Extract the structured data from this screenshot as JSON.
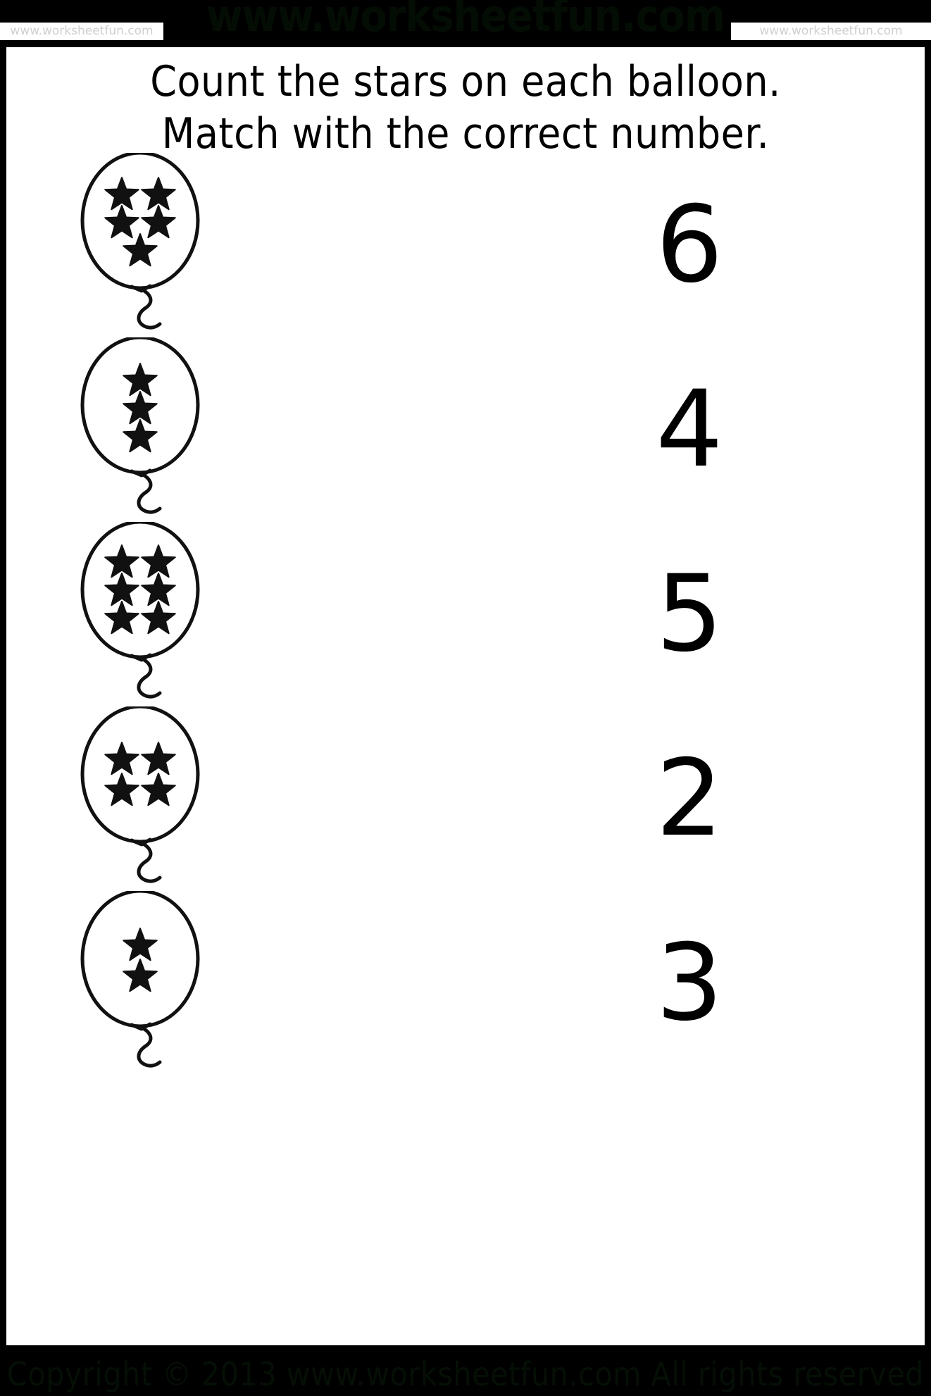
{
  "watermark": {
    "big": "www.worksheetfun.com",
    "chip_left": "www.worksheetfun.com",
    "chip_right": "www.worksheetfun.com"
  },
  "worksheet": {
    "title_line1": "Count the stars on each balloon.",
    "title_line2": "Match with the correct number.",
    "rows": [
      {
        "stars": 5,
        "number": "6",
        "layout": "2-2-1"
      },
      {
        "stars": 3,
        "number": "4",
        "layout": "1-1-1"
      },
      {
        "stars": 6,
        "number": "5",
        "layout": "2-2-2"
      },
      {
        "stars": 4,
        "number": "2",
        "layout": "2-2"
      },
      {
        "stars": 2,
        "number": "3",
        "layout": "1-1"
      }
    ]
  },
  "footer": {
    "copyright": "Copyright © 2013 www.worksheetfun.com All rights reserved"
  },
  "colors": {
    "page_background": "#000000",
    "sheet_background": "#ffffff",
    "ink": "#000000",
    "watermark_chip_text": "#cfcfcf",
    "watermark_big": "#040d04",
    "footer_text": "#050f05"
  }
}
